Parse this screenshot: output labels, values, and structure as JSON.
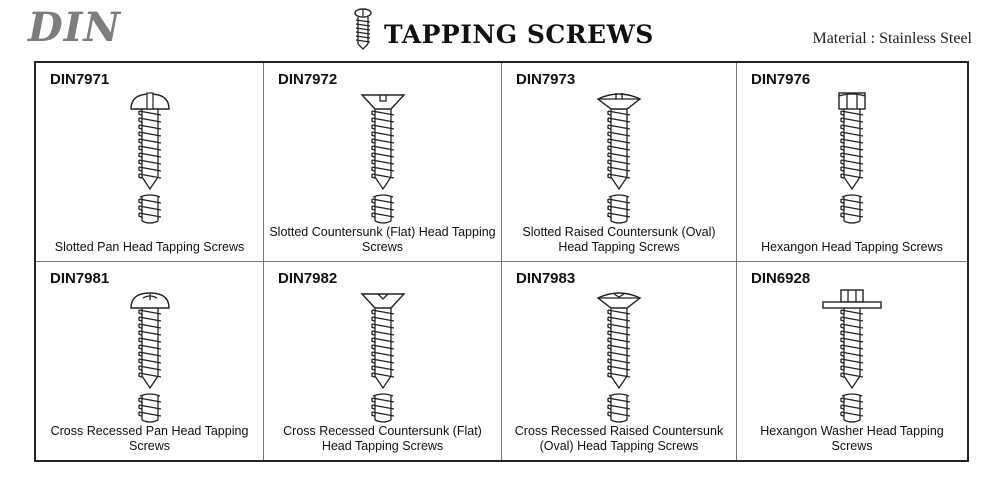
{
  "header": {
    "logo": "DIN",
    "title": "TAPPING SCREWS",
    "material": "Material : Stainless Steel"
  },
  "screws": [
    {
      "code": "DIN7971",
      "description": "Slotted Pan Head Tapping Screws",
      "head": "pan-slotted"
    },
    {
      "code": "DIN7972",
      "description": "Slotted Countersunk (Flat) Head Tapping Screws",
      "head": "flat-slotted"
    },
    {
      "code": "DIN7973",
      "description": "Slotted Raised Countersunk (Oval) Head Tapping Screws",
      "head": "oval-slotted"
    },
    {
      "code": "DIN7976",
      "description": "Hexangon Head Tapping Screws",
      "head": "hex"
    },
    {
      "code": "DIN7981",
      "description": "Cross Recessed Pan Head Tapping Screws",
      "head": "pan-cross"
    },
    {
      "code": "DIN7982",
      "description": "Cross Recessed Countersunk (Flat) Head Tapping Screws",
      "head": "flat-cross"
    },
    {
      "code": "DIN7983",
      "description": "Cross Recessed Raised Countersunk (Oval) Head Tapping Screws",
      "head": "oval-cross"
    },
    {
      "code": "DIN6928",
      "description": "Hexangon Washer Head Tapping Screws",
      "head": "hex-washer"
    }
  ]
}
